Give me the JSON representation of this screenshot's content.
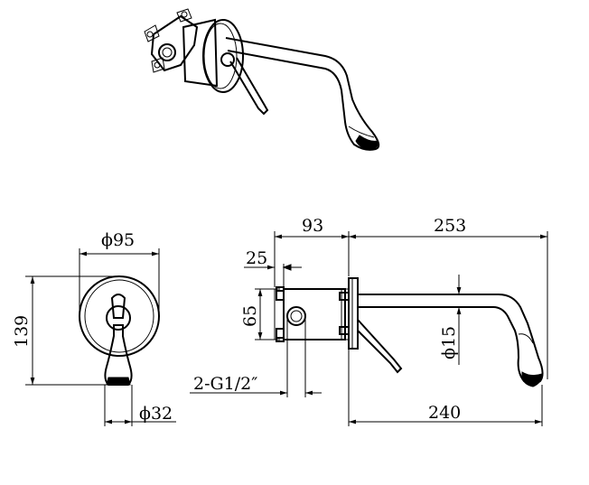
{
  "dimensions": {
    "width_93": "93",
    "width_253": "253",
    "depth_25": "25",
    "height_65": "65",
    "dia_15": "ϕ15",
    "thread": "2-G1/2″",
    "length_240": "240",
    "dia_95": "ϕ95",
    "height_139": "139",
    "dia_32": "ϕ32"
  },
  "colors": {
    "line": "#000000",
    "background": "#ffffff"
  }
}
